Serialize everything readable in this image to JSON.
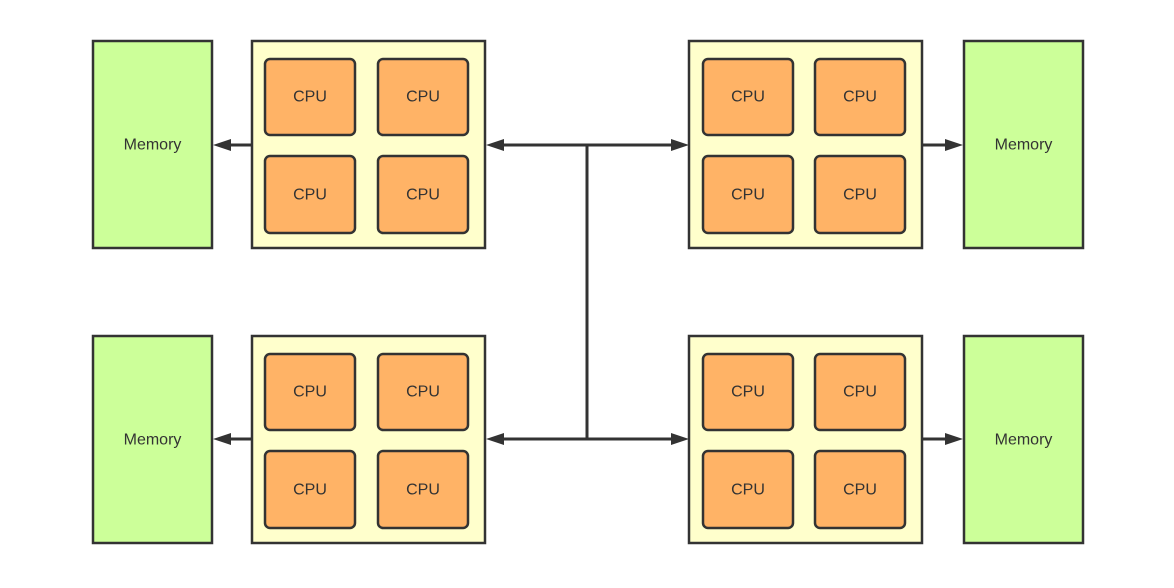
{
  "diagram": {
    "type": "NUMA architecture",
    "colors": {
      "memory_fill": "#ccff99",
      "node_fill": "#ffffcc",
      "cpu_fill": "#ffb366",
      "stroke": "#333333",
      "background": "#ffffff"
    },
    "nodes": [
      {
        "id": "top-left",
        "memory_label": "Memory",
        "cpus": [
          "CPU",
          "CPU",
          "CPU",
          "CPU"
        ]
      },
      {
        "id": "top-right",
        "memory_label": "Memory",
        "cpus": [
          "CPU",
          "CPU",
          "CPU",
          "CPU"
        ]
      },
      {
        "id": "bottom-left",
        "memory_label": "Memory",
        "cpus": [
          "CPU",
          "CPU",
          "CPU",
          "CPU"
        ]
      },
      {
        "id": "bottom-right",
        "memory_label": "Memory",
        "cpus": [
          "CPU",
          "CPU",
          "CPU",
          "CPU"
        ]
      }
    ],
    "connections": [
      {
        "from": "top-left-node",
        "to": "top-left-memory",
        "kind": "arrow"
      },
      {
        "from": "top-right-node",
        "to": "top-right-memory",
        "kind": "arrow"
      },
      {
        "from": "bottom-left-node",
        "to": "bottom-left-memory",
        "kind": "arrow"
      },
      {
        "from": "bottom-right-node",
        "to": "bottom-right-memory",
        "kind": "arrow"
      },
      {
        "from": "interconnect-bus",
        "to": "top-left-node",
        "kind": "arrow"
      },
      {
        "from": "interconnect-bus",
        "to": "top-right-node",
        "kind": "arrow"
      },
      {
        "from": "interconnect-bus",
        "to": "bottom-left-node",
        "kind": "arrow"
      },
      {
        "from": "interconnect-bus",
        "to": "bottom-right-node",
        "kind": "arrow"
      }
    ]
  }
}
